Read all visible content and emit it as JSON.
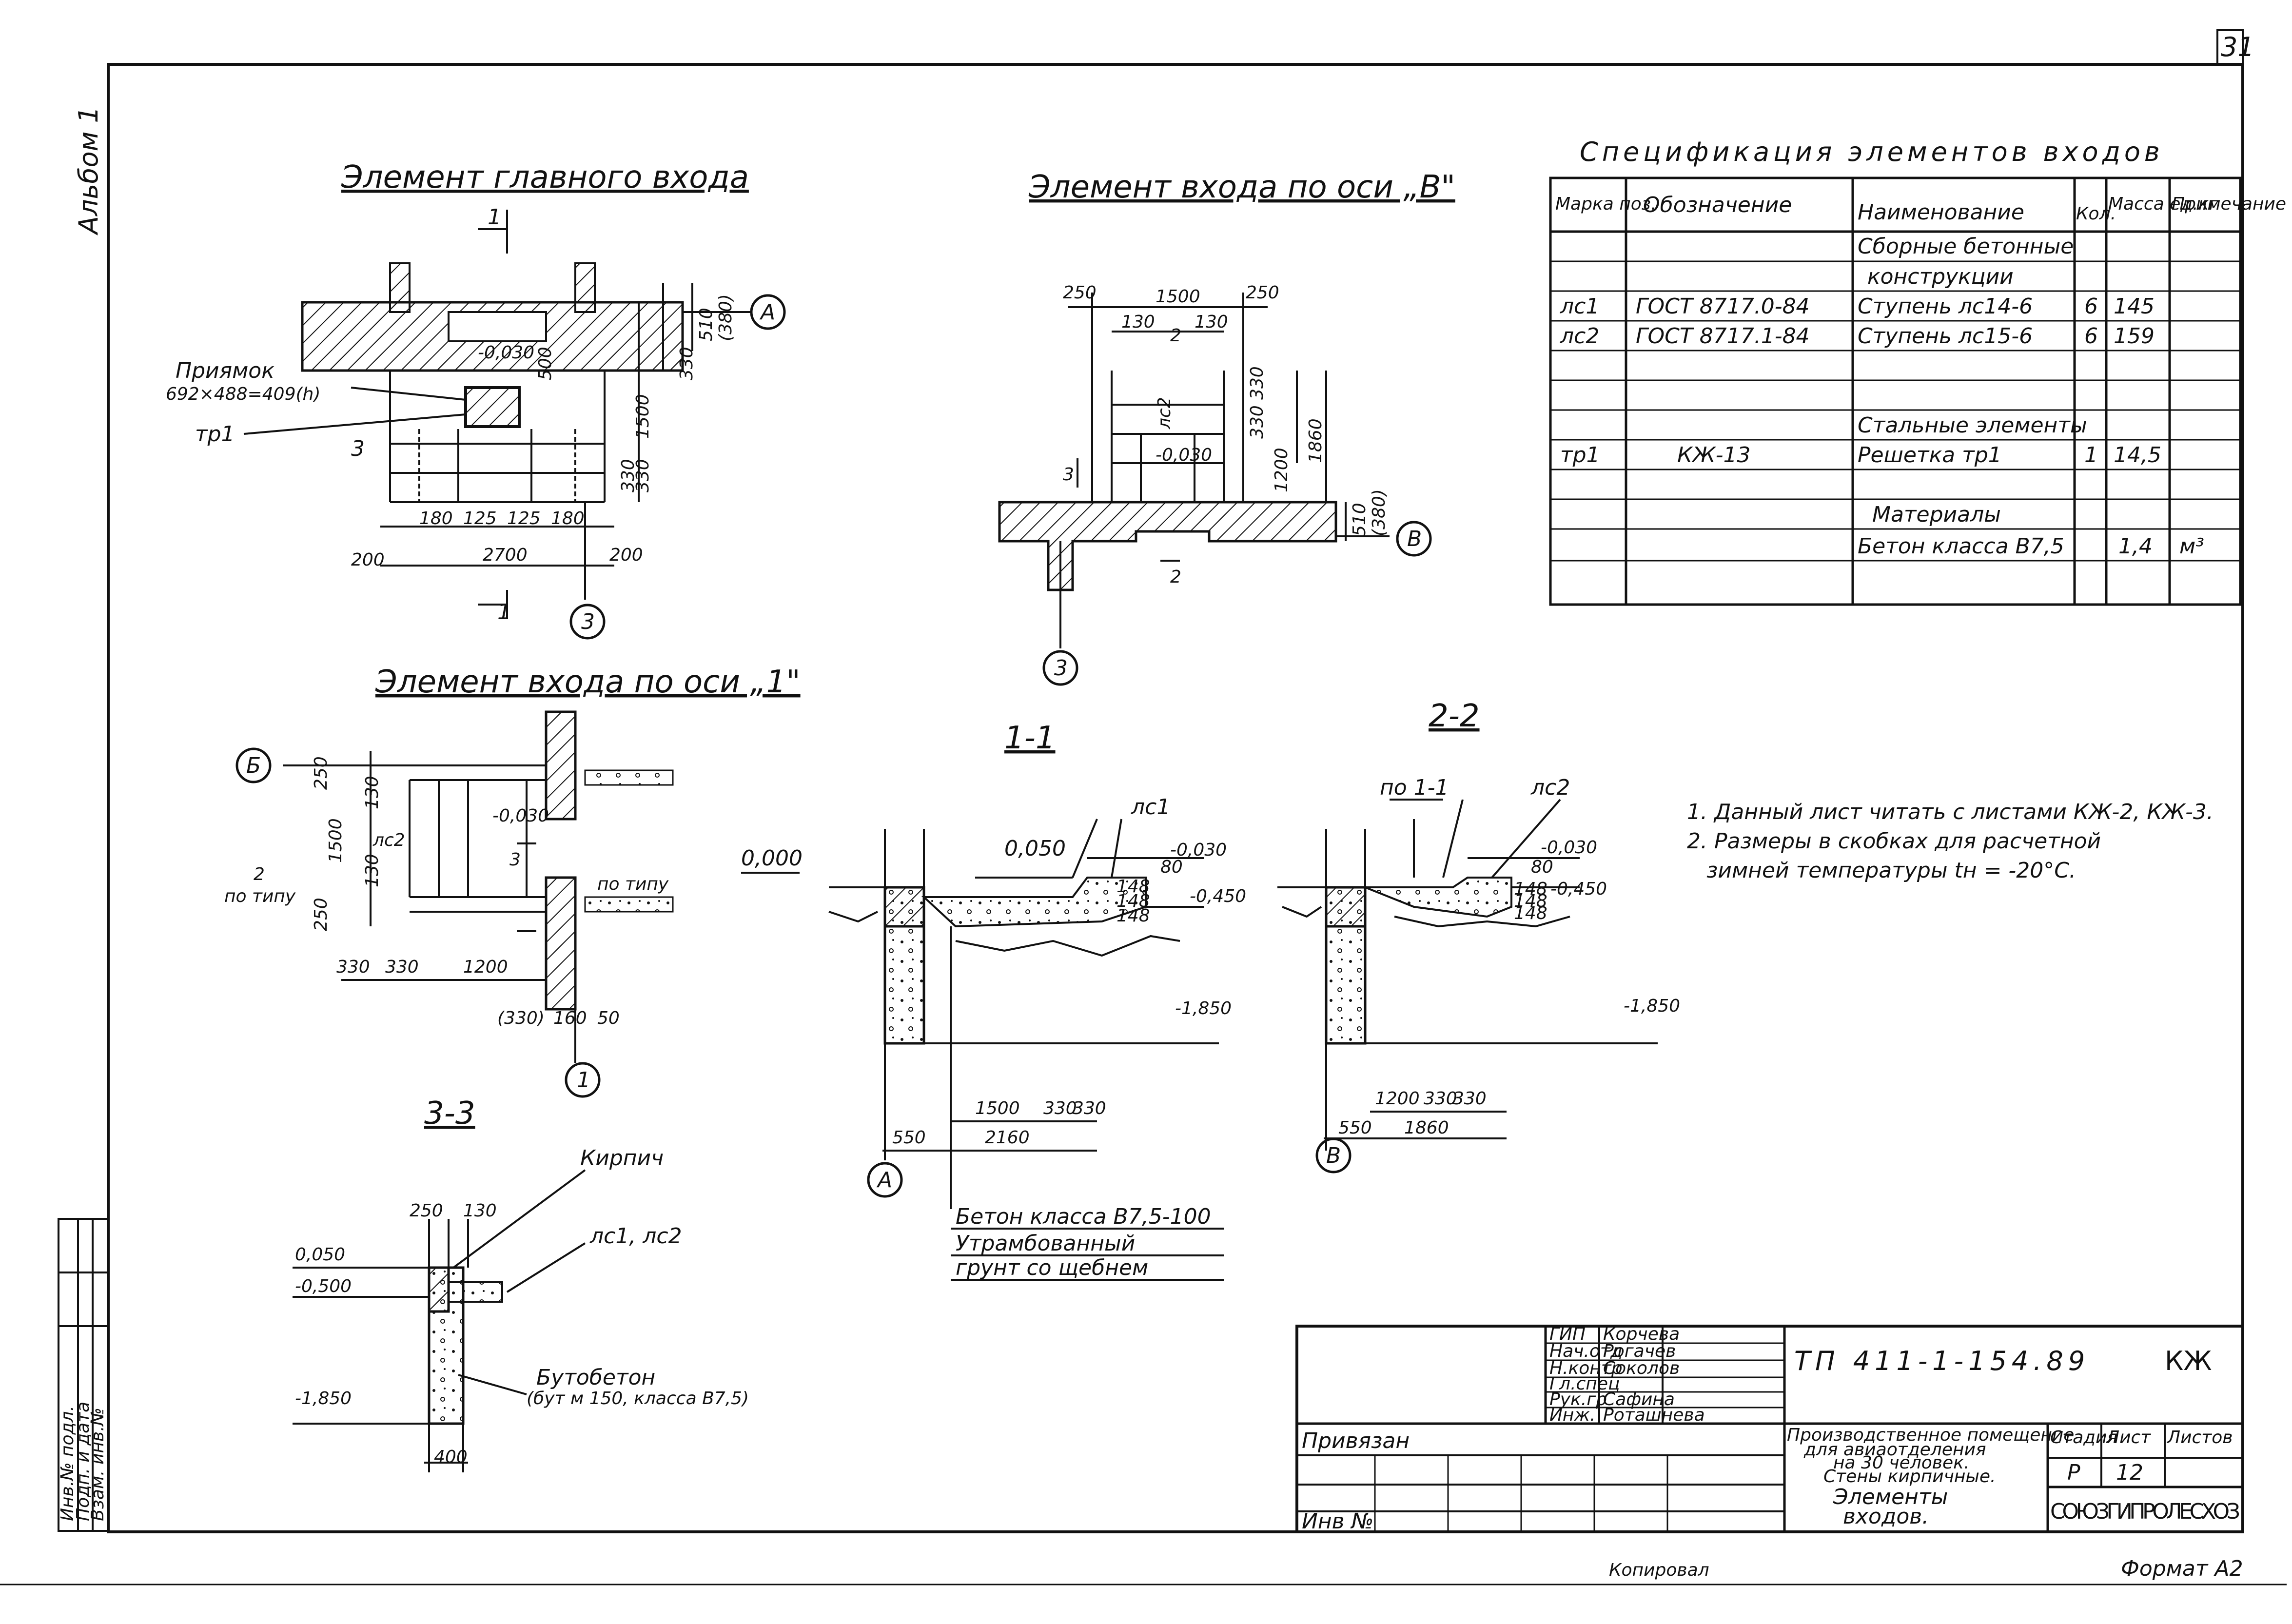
{
  "sheet": {
    "page_number": "31",
    "album": "Альбом 1",
    "format": "Формат А2",
    "copied_by": "Копировал"
  },
  "views": {
    "main_entrance": {
      "title": "Элемент главного входа",
      "grate_note_1": "Приямок",
      "grate_note_2": "692×488=409(h)",
      "mark_tr1": "тр1",
      "elev_0030": "-0,030",
      "axis_a": "А",
      "axis_3": "3",
      "section_1": "1",
      "section_3": "3",
      "dims": [
        "200",
        "2700",
        "200",
        "180",
        "125",
        "125",
        "180",
        "1500",
        "510",
        "(380)",
        "330",
        "330",
        "330",
        "500"
      ]
    },
    "entrance_axis_v": {
      "title": "Элемент входа по оси „В\"",
      "mark_ls2": "лс2",
      "elev_0030": "-0,030",
      "axis_v": "В",
      "axis_3": "3",
      "section_2": "2",
      "section_3": "3",
      "dims": [
        "250",
        "1500",
        "250",
        "130",
        "130",
        "330",
        "330",
        "1200",
        "1860",
        "510",
        "(380)"
      ]
    },
    "entrance_axis_1": {
      "title": "Элемент входа по оси „1\"",
      "mark_ls2": "лс2",
      "elev_0030": "-0,030",
      "axis_b": "Б",
      "axis_1": "1",
      "note_po_tipu": "по типу",
      "section_2": "2",
      "section_3": "3",
      "dims": [
        "250",
        "130",
        "1500",
        "130",
        "250",
        "330",
        "330",
        "1200",
        "(330)",
        "160",
        "50"
      ]
    },
    "section_1_1": {
      "title": "1-1",
      "mark_ls1": "лс1",
      "elev_0000": "0,000",
      "elev_0050": "0,050",
      "elev_0030": "-0,030",
      "elev_0450": "-0,450",
      "elev_1850": "-1,850",
      "axis_a": "А",
      "dims": [
        "1500",
        "330",
        "330",
        "550",
        "2160",
        "80",
        "148",
        "148",
        "148"
      ],
      "legend": [
        "Бетон класса В7,5-100",
        "Утрамбованный",
        "грунт со щебнем"
      ]
    },
    "section_2_2": {
      "title": "2-2",
      "mark_ls2": "лс2",
      "ref_1_1": "по 1-1",
      "elev_0030": "-0,030",
      "elev_0450": "-0,450",
      "elev_1850": "-1,850",
      "axis_v": "В",
      "dims": [
        "1200",
        "330",
        "330",
        "550",
        "1860",
        "80",
        "148",
        "148",
        "148"
      ]
    },
    "section_3_3": {
      "title": "3-3",
      "brick": "Кирпич",
      "steps": "лс1, лс2",
      "rubble_1": "Бутобетон",
      "rubble_2": "(бут м 150, класса В7,5)",
      "elev_0050": "0,050",
      "elev_0500": "-0,500",
      "elev_1850": "-1,850",
      "dims": [
        "250",
        "130",
        "400"
      ]
    }
  },
  "spec": {
    "title": "Спецификация элементов входов",
    "headers": [
      "Марка поз.",
      "Обозначение",
      "Наименование",
      "Кол.",
      "Масса ед.кг",
      "Примечание"
    ],
    "rows": [
      [
        "",
        "",
        "Сборные бетонные",
        "",
        "",
        ""
      ],
      [
        "",
        "",
        "конструкции",
        "",
        "",
        ""
      ],
      [
        "лс1",
        "ГОСТ 8717.0-84",
        "Ступень лс14-6",
        "6",
        "145",
        ""
      ],
      [
        "лс2",
        "ГОСТ 8717.1-84",
        "Ступень лс15-6",
        "6",
        "159",
        ""
      ],
      [
        "",
        "",
        "",
        "",
        "",
        ""
      ],
      [
        "",
        "",
        "Стальные элементы",
        "",
        "",
        ""
      ],
      [
        "тр1",
        "КЖ-13",
        "Решетка тр1",
        "1",
        "14,5",
        ""
      ],
      [
        "",
        "",
        "Материалы",
        "",
        "",
        ""
      ],
      [
        "",
        "",
        "Бетон класса В7,5",
        "",
        "1,4",
        "м³"
      ],
      [
        "",
        "",
        "",
        "",
        "",
        ""
      ]
    ]
  },
  "notes": [
    "1. Данный лист читать с листами КЖ-2, КЖ-3.",
    "2. Размеры в скобках для расчетной",
    "зимней температуры tн = -20°С."
  ],
  "title_block": {
    "roles": [
      "ГИП",
      "Нач.отд",
      "Н.контр",
      "Гл.спец",
      "Рук.гр",
      "Инж."
    ],
    "names": [
      "Корчева",
      "Рогачев",
      "Соколов",
      "",
      "Сафина",
      "Роташнева"
    ],
    "project_code": "ТП 411-1-154.89",
    "mark": "КЖ",
    "description_1": "Производственное помещение",
    "description_2": "для авиаотделения",
    "description_3": "на 30 человек.",
    "description_4": "Стены кирпичные.",
    "sheet_title_1": "Элементы",
    "sheet_title_2": "входов.",
    "stage_label": "Стадия",
    "sheet_label": "Лист",
    "sheets_label": "Листов",
    "stage": "Р",
    "sheet_no": "12",
    "org": "СОЮЗГИПРОЛЕСХОЗ",
    "bound": "Привязан",
    "inv": "Инв №"
  },
  "left_strip": {
    "labels": [
      "Инв.№ подл.",
      "Подп. и дата",
      "Взам. инв.№"
    ]
  }
}
